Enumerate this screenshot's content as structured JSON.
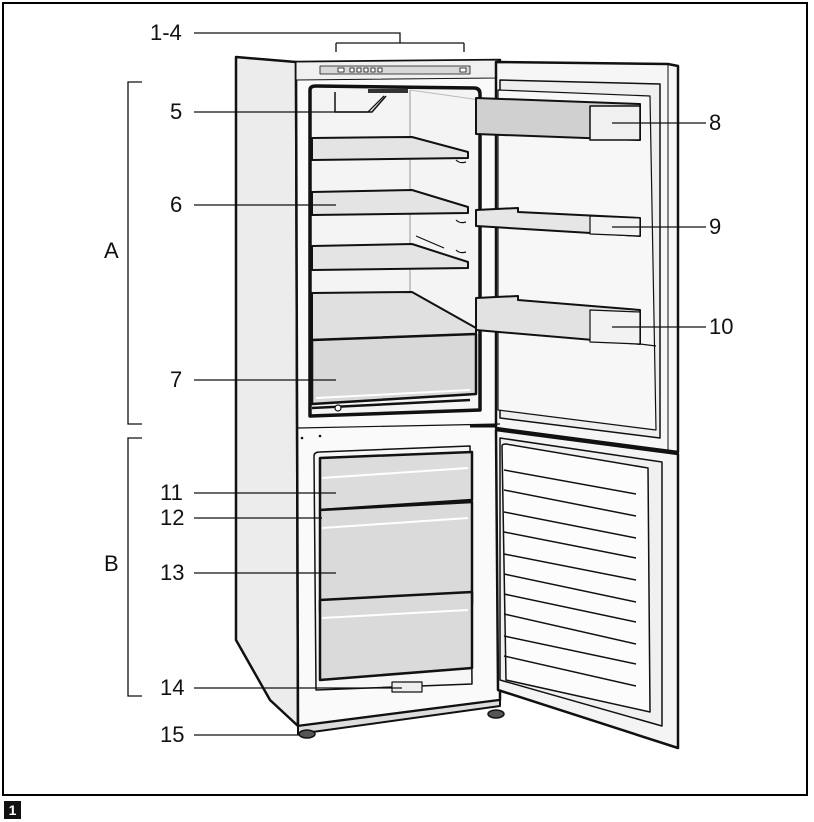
{
  "figure": {
    "number": "1",
    "subject": "fridge-freezer, doors open"
  },
  "sections": [
    {
      "id": "A",
      "label": "A"
    },
    {
      "id": "B",
      "label": "B"
    }
  ],
  "callouts": [
    {
      "id": "c1-4",
      "label": "1-4"
    },
    {
      "id": "c5",
      "label": "5"
    },
    {
      "id": "c6",
      "label": "6"
    },
    {
      "id": "c7",
      "label": "7"
    },
    {
      "id": "c8",
      "label": "8"
    },
    {
      "id": "c9",
      "label": "9"
    },
    {
      "id": "c10",
      "label": "10"
    },
    {
      "id": "c11",
      "label": "11"
    },
    {
      "id": "c12",
      "label": "12"
    },
    {
      "id": "c13",
      "label": "13"
    },
    {
      "id": "c14",
      "label": "14"
    },
    {
      "id": "c15",
      "label": "15"
    }
  ],
  "colors": {
    "outline": "#111111",
    "panel_light": "#f2f2f2",
    "panel_mid": "#e4e4e4",
    "panel_dark": "#cfcfcf",
    "foot": "#555555"
  }
}
